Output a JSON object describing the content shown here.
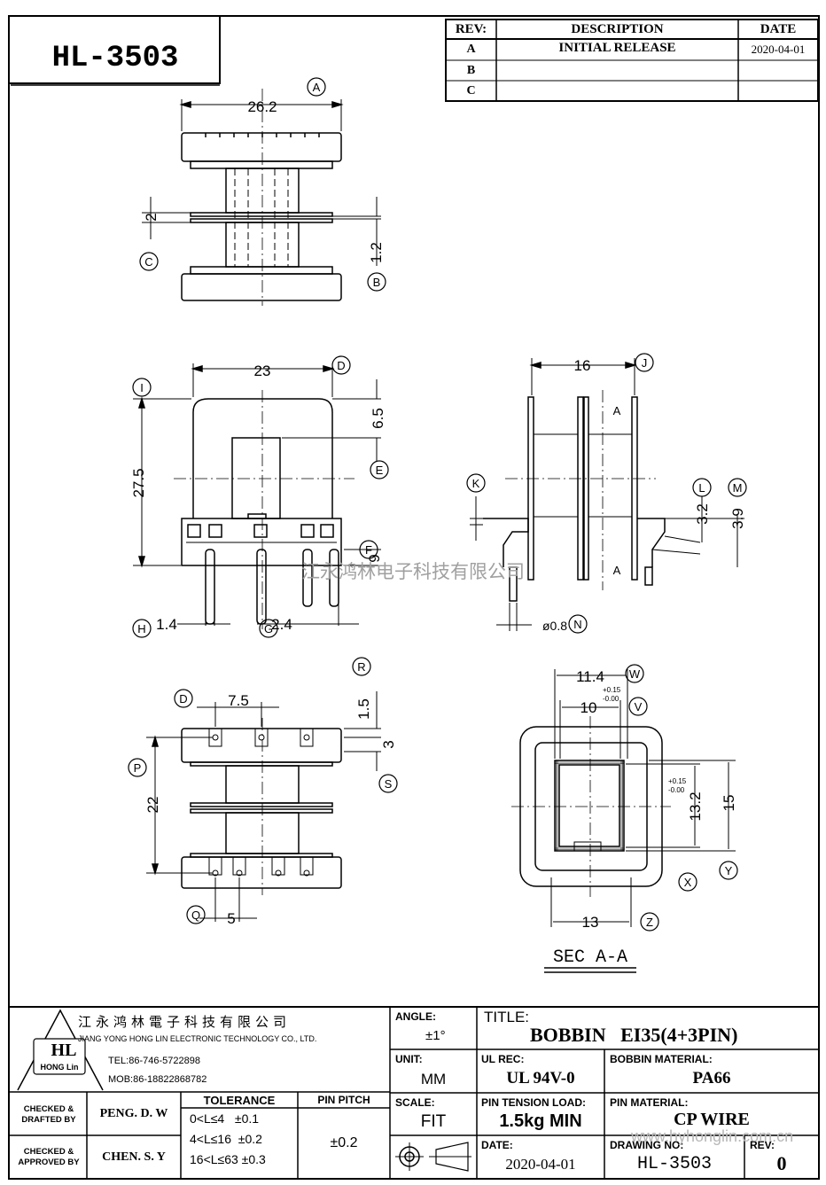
{
  "part_number": "HL-3503",
  "revision_table": {
    "headers": [
      "REV:",
      "DESCRIPTION",
      "DATE"
    ],
    "rows": [
      {
        "rev": "A",
        "description": "INITIAL RELEASE",
        "date": "2020-04-01"
      },
      {
        "rev": "B",
        "description": "",
        "date": ""
      },
      {
        "rev": "C",
        "description": "",
        "date": ""
      }
    ]
  },
  "dimensions": {
    "top_width": "26.2",
    "top_gap": "2",
    "top_flange": "1.2",
    "front_width": "23",
    "front_height": "27.5",
    "front_top": "6.5",
    "front_pin_len": "9",
    "front_pin_left": "1.4",
    "front_pin_span": "2.4",
    "side_width": "16",
    "side_pin_h1": "3.2",
    "side_pin_h2": "3.9",
    "side_pin_dia": "ø0.8",
    "section_outer": "11.4",
    "section_inner": "10",
    "section_height_inner": "13.2",
    "section_height_outer": "15",
    "section_bottom": "13",
    "tol_plus": "+0.15",
    "tol_minus": "-0.00",
    "bottom_pitch": "7.5",
    "bottom_r": "1.5",
    "bottom_s": "3",
    "bottom_len": "22",
    "bottom_q": "5",
    "section_mark": "A"
  },
  "callouts": [
    "A",
    "B",
    "C",
    "D",
    "E",
    "F",
    "G",
    "H",
    "I",
    "J",
    "K",
    "L",
    "M",
    "N",
    "P",
    "Q",
    "R",
    "S",
    "V",
    "W",
    "X",
    "Y",
    "Z"
  ],
  "section_label": "SEC A-A",
  "watermark": "江永鸿林电子科技有限公司",
  "company": {
    "name_cn": "江永鸿林電子科技有限公司",
    "name_en": "JIANG YONG HONG LIN ELECTRONIC TECHNOLOGY CO., LTD.",
    "logo_text": "HL",
    "logo_sub": "HONG Lin",
    "tel": "TEL:86-746-5722898",
    "mob": "MOB:86-18822868782"
  },
  "title_block": {
    "angle_label": "ANGLE:",
    "angle_value": "±1°",
    "title_label": "TITLE:",
    "title_value": "BOBBIN   EI35(4+3PIN)",
    "unit_label": "UNIT:",
    "unit_value": "MM",
    "ul_label": "UL REC:",
    "ul_value": "UL 94V-0",
    "bobbin_material_label": "BOBBIN MATERIAL:",
    "bobbin_material_value": "PA66",
    "checked_drafted_label": "CHECKED & DRAFTED BY",
    "checked_drafted_value": "PENG. D. W",
    "checked_approved_label": "CHECKED & APPROVED BY",
    "checked_approved_value": "CHEN. S. Y",
    "tolerance_label": "TOLERANCE",
    "tolerance_rows": [
      "0<L≤4   ±0.1",
      "4<L≤16  ±0.2",
      "16<L≤63 ±0.3"
    ],
    "pin_pitch_label": "PIN PITCH",
    "pin_pitch_value": "±0.2",
    "scale_label": "SCALE:",
    "scale_value": "FIT",
    "pin_tension_label": "PIN TENSION LOAD:",
    "pin_tension_value": "1.5kg MIN",
    "pin_material_label": "PIN MATERIAL:",
    "pin_material_value": "CP WIRE",
    "date_label": "DATE:",
    "date_value": "2020-04-01",
    "drawing_no_label": "DRAWING NO:",
    "drawing_no_value": "HL-3503",
    "rev_label": "REV:",
    "rev_value": "0",
    "website": "www.hyhonglin.com.cn"
  }
}
